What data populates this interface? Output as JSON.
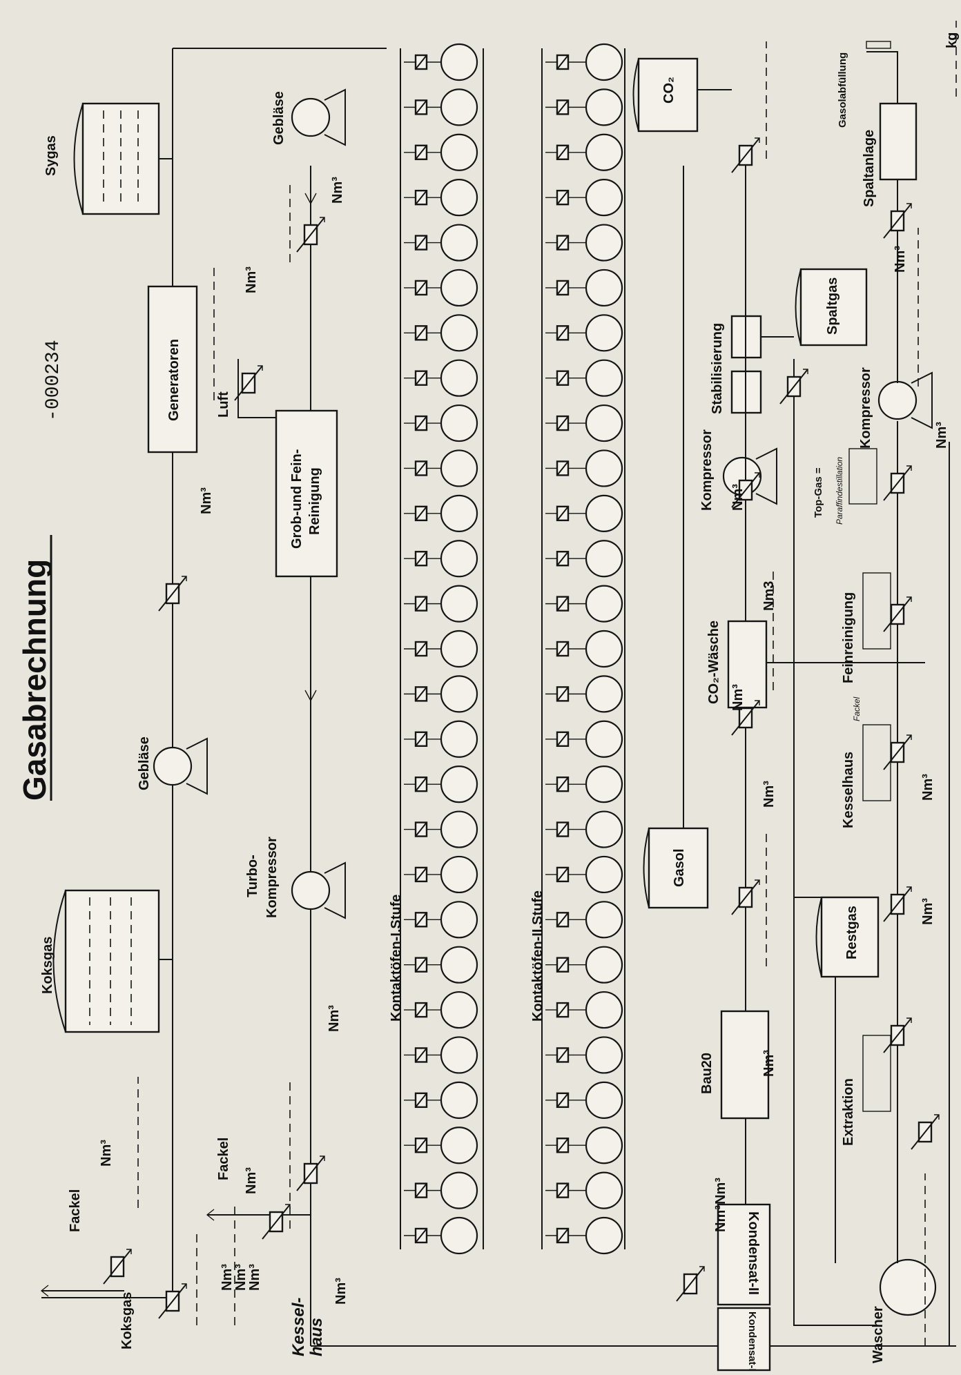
{
  "title": "Gasabrechnung",
  "doc_number": "-000234",
  "unit_nm3": "Nm³",
  "unit_nm3_alt": "Nm3",
  "unit_kg": "kg",
  "labels": {
    "sygas": "Sygas",
    "koksgas_tank": "Koksgas",
    "koksgas_line": "Koksgas",
    "generatoren": "Generatoren",
    "luft": "Luft",
    "grob_fein": "Grob-und Fein-",
    "reinigung": "Reinigung",
    "geblaese_top": "Gebläse",
    "geblaese_mid": "Gebläse",
    "turbo1": "Turbo-",
    "turbo2": "Kompressor",
    "fackel_1": "Fackel",
    "fackel_2": "Fackel",
    "fackel_3": "Fackel",
    "kessel_haus": "Kessel-\nhaus",
    "kontakt1": "Kontaktöfen-I.Stufe",
    "kontakt2": "Kontaktöfen-II.Stufe",
    "co2": "CO₂",
    "gasol": "Gasol",
    "bau20": "Bau20",
    "kondensat1": "Kondensat-I",
    "kondensat2": "Kondensat-II",
    "wascher": "Wascher",
    "co2_waesche": "CO₂-Wäsche",
    "kompressor_1": "Kompressor",
    "stabilisierung": "Stabilisierung",
    "spaltgas": "Spaltgas",
    "spaltanlage": "Spaltanlage",
    "gasolabfuellung": "Gasolabfüllung",
    "kompressor_2": "Kompressor",
    "top_gas": "Top-Gas =",
    "paraffin": "Paraffindestillation",
    "feinreinigung": "Feinreinigung",
    "kesselhaus": "Kesselhaus",
    "restgas": "Restgas",
    "extraktion": "Extraktion"
  },
  "colors": {
    "paper": "#e8e6dc",
    "ink": "#151515"
  }
}
